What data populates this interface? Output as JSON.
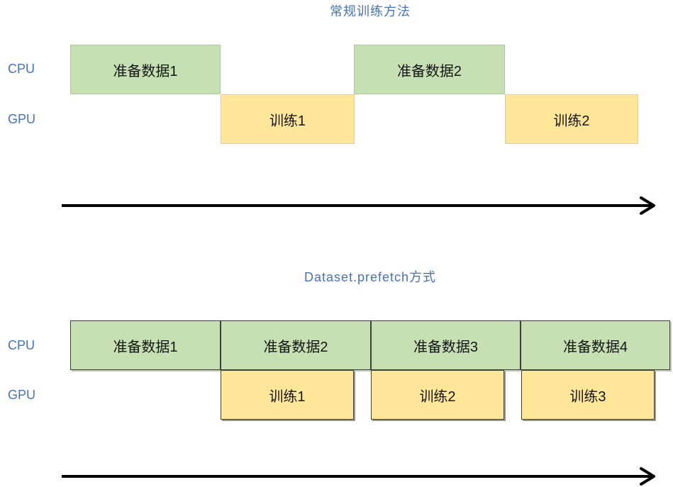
{
  "diagram": {
    "top": {
      "title": "常规训练方法",
      "cpu_label": "CPU",
      "gpu_label": "GPU",
      "cpu_blocks": [
        "准备数据1",
        "准备数据2"
      ],
      "gpu_blocks": [
        "训练1",
        "训练2"
      ]
    },
    "bottom": {
      "title": "Dataset.prefetch方式",
      "cpu_label": "CPU",
      "gpu_label": "GPU",
      "cpu_blocks": [
        "准备数据1",
        "准备数据2",
        "准备数据3",
        "准备数据4"
      ],
      "gpu_blocks": [
        "训练1",
        "训练2",
        "训练3"
      ]
    },
    "colors": {
      "prepare_fill": "#C6E0B4",
      "train_fill": "#FFE699",
      "label_blue": "#4472C4",
      "arrow": "#000000"
    }
  }
}
